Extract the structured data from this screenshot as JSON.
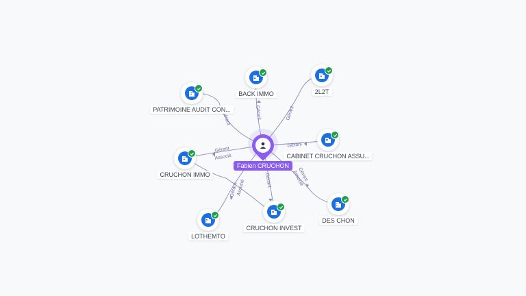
{
  "graph": {
    "center": {
      "name": "Fabien CRUCHON",
      "icon": "person-icon"
    },
    "companies": [
      {
        "name": "BACK IMMO",
        "icon": "building-icon",
        "verified": true
      },
      {
        "name": "2L2T",
        "icon": "building-icon",
        "verified": true
      },
      {
        "name": "PATRIMOINE AUDIT CON...",
        "icon": "building-icon",
        "verified": true
      },
      {
        "name": "CABINET CRUCHON ASSU...",
        "icon": "building-icon",
        "verified": true
      },
      {
        "name": "CRUCHON IMMO",
        "icon": "building-icon",
        "verified": true
      },
      {
        "name": "DES CHON",
        "icon": "building-icon",
        "verified": true
      },
      {
        "name": "LOTHEMTO",
        "icon": "building-icon",
        "verified": true
      },
      {
        "name": "CRUCHON INVEST",
        "icon": "building-icon",
        "verified": true
      }
    ],
    "relations": [
      {
        "from": "Fabien CRUCHON",
        "to": "BACK IMMO",
        "label": "Gérant"
      },
      {
        "from": "Fabien CRUCHON",
        "to": "2L2T",
        "label": "Gérant"
      },
      {
        "from": "Fabien CRUCHON",
        "to": "PATRIMOINE AUDIT CON...",
        "label": "Gérant"
      },
      {
        "from": "Fabien CRUCHON",
        "to": "CABINET CRUCHON ASSU...",
        "label": "Gérant"
      },
      {
        "from": "Fabien CRUCHON",
        "to": "CRUCHON IMMO",
        "label": "Gérant",
        "label2": "Associé"
      },
      {
        "from": "Fabien CRUCHON",
        "to": "DES CHON",
        "label": "Gérant",
        "label2": "Associé"
      },
      {
        "from": "Fabien CRUCHON",
        "to": "LOTHEMTO",
        "label": "Gérant",
        "label2": "Associé"
      },
      {
        "from": "Fabien CRUCHON",
        "to": "CRUCHON INVEST",
        "label": "Gérant"
      }
    ]
  },
  "colors": {
    "company_node": "#1b6fe0",
    "verified_badge": "#1e9e4a",
    "person_marker": "#8a5cf0",
    "edge": "#8a8fb0",
    "edge_label": "#6f6aa8"
  }
}
